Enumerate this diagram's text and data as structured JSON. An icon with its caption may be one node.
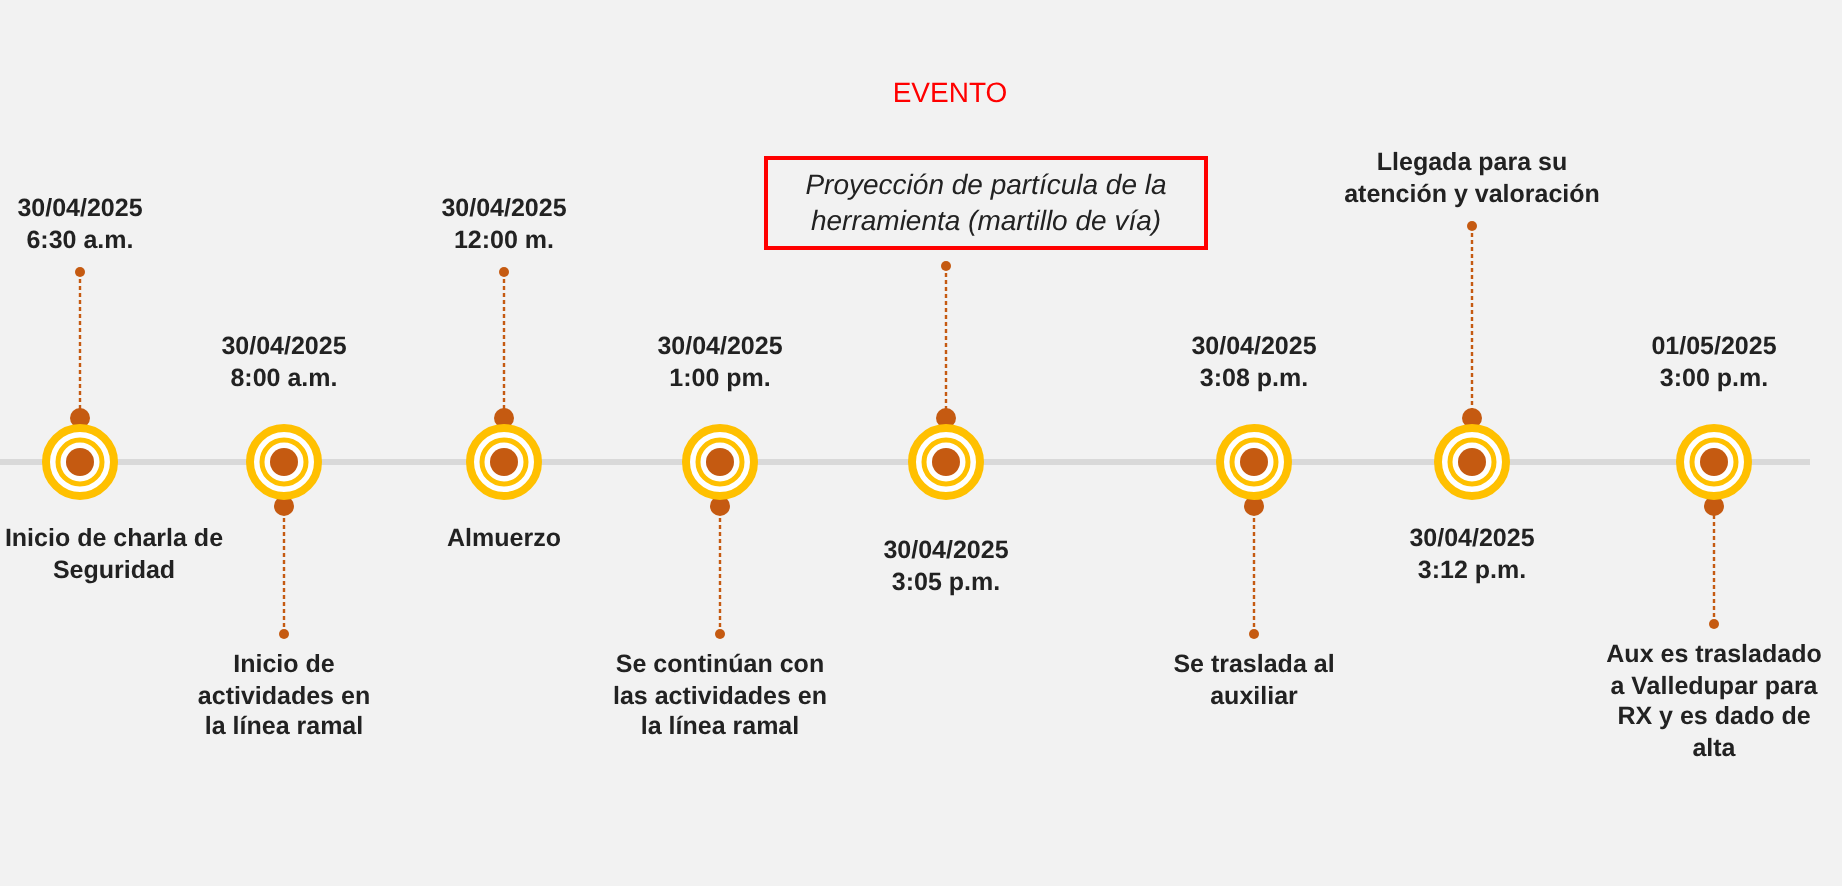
{
  "diagram": {
    "title": "EVENTO",
    "nodes": [
      {
        "text": [],
        "shape": "circle",
        "beside": [
          "Inicio de charla de Seguridad"
        ]
      },
      {
        "text": [
          "30/04/2025 6:30 a.m."
        ]
      },
      {
        "text": [],
        "shape": "circle",
        "beside": [
          "30/04/2025 8:00 a.m."
        ]
      },
      {
        "text": [
          "Inicio de actividades en la línea ramal"
        ]
      },
      {
        "text": [],
        "shape": "circle",
        "beside": [
          "Almuerzo"
        ]
      },
      {
        "text": [
          "30/04/2025 12:00 m."
        ]
      },
      {
        "text": [],
        "shape": "circle",
        "beside": [
          "30/04/2025 1:00 pm."
        ]
      },
      {
        "text": [
          "Se continúan con las actividades en la línea ramal"
        ]
      },
      {
        "text": [],
        "shape": "circle",
        "beside": [
          "30/04/2025 3:05 p.m."
        ]
      },
      {
        "text": [
          "Proyección  de partícula de la herramienta (martillo de vía)"
        ]
      },
      {
        "text": [],
        "shape": "circle",
        "beside": [
          "30/04/2025 3:08 p.m."
        ]
      },
      {
        "text": [
          "Se traslada al auxiliar"
        ]
      },
      {
        "text": [],
        "shape": "circle",
        "beside": [
          "30/04/2025 3:12 p.m."
        ]
      },
      {
        "text": [
          "Llegada para su atención y valoración"
        ]
      },
      {
        "text": [],
        "shape": "circle",
        "beside": [
          "01/05/2025 3:00 p.m."
        ]
      },
      {
        "text": [
          "Aux es trasladado a Valledupar para RX y es dado de alta"
        ]
      }
    ],
    "edges": [
      {
        "from": 1,
        "to": 0,
        "arrow": "other"
      },
      {
        "from": 3,
        "to": 2,
        "arrow": "other"
      },
      {
        "from": 5,
        "to": 4,
        "arrow": "other"
      },
      {
        "from": 7,
        "to": 6,
        "arrow": "other"
      },
      {
        "from": 9,
        "to": 8,
        "arrow": "other"
      },
      {
        "from": 11,
        "to": 10,
        "arrow": "other"
      },
      {
        "from": 13,
        "to": 12,
        "arrow": "other"
      },
      {
        "from": 15,
        "to": 14,
        "arrow": "other"
      }
    ]
  }
}
